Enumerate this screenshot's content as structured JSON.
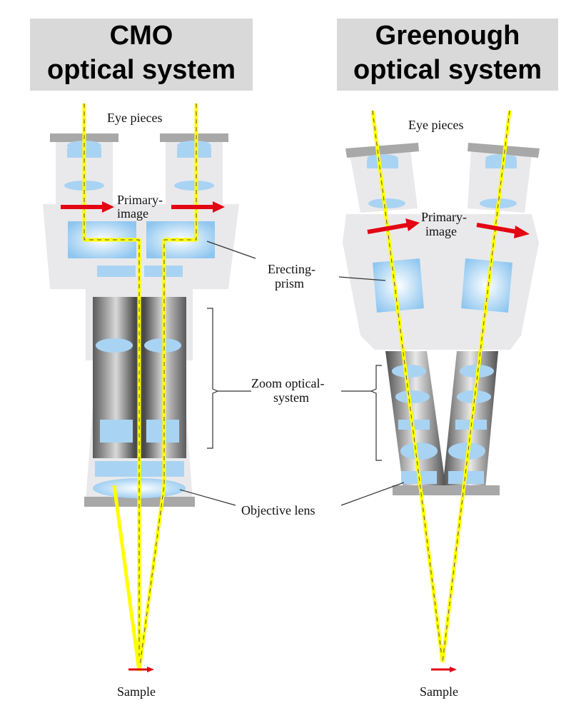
{
  "titles": {
    "cmo": [
      "CMO",
      "optical system"
    ],
    "greenough": [
      "Greenough",
      "optical system"
    ]
  },
  "labels": {
    "cmo_eyepieces": "Eye pieces",
    "cmo_primary_image": [
      "Primary-",
      "image"
    ],
    "cmo_sample": "Sample",
    "greenough_eyepieces": "Eye pieces",
    "greenough_primary_image": [
      "Primary-",
      "image"
    ],
    "greenough_sample": "Sample",
    "erecting_prism": [
      "Erecting-",
      "prism"
    ],
    "zoom_optical_system": [
      "Zoom optical-",
      "system"
    ],
    "objective_lens": "Objective lens"
  },
  "colors": {
    "housing": "#e9e9eb",
    "lens": "#a9d3f3",
    "ray": "#ffff00",
    "arrow": "#e30613",
    "cap": "#a8a8a8"
  }
}
